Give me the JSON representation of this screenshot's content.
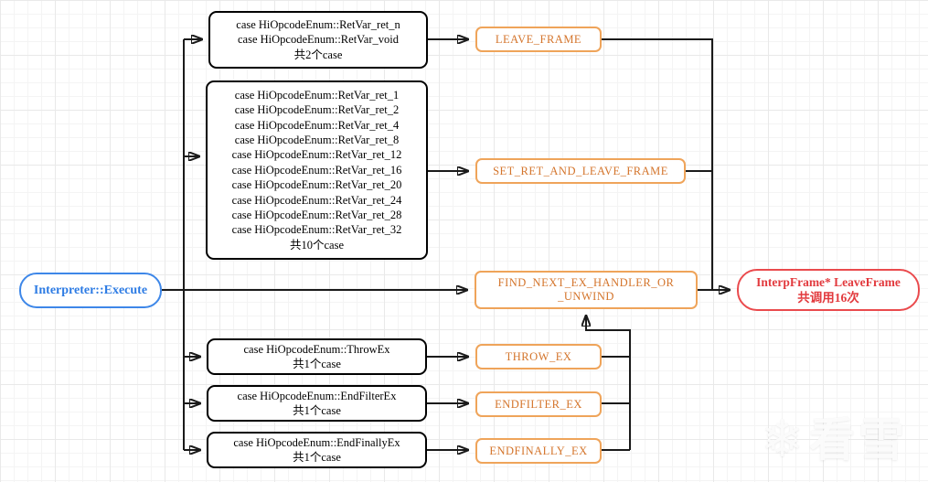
{
  "diagram": {
    "nodes": {
      "execute": {
        "label": "Interpreter::Execute"
      },
      "retvar_few": {
        "lines": [
          "case HiOpcodeEnum::RetVar_ret_n",
          "case HiOpcodeEnum::RetVar_void",
          "共2个case"
        ]
      },
      "retvar_many": {
        "lines": [
          "case HiOpcodeEnum::RetVar_ret_1",
          "case HiOpcodeEnum::RetVar_ret_2",
          "case HiOpcodeEnum::RetVar_ret_4",
          "case HiOpcodeEnum::RetVar_ret_8",
          "case HiOpcodeEnum::RetVar_ret_12",
          "case HiOpcodeEnum::RetVar_ret_16",
          "case HiOpcodeEnum::RetVar_ret_20",
          "case HiOpcodeEnum::RetVar_ret_24",
          "case HiOpcodeEnum::RetVar_ret_28",
          "case HiOpcodeEnum::RetVar_ret_32",
          "共10个case"
        ]
      },
      "throw_case": {
        "lines": [
          "case HiOpcodeEnum::ThrowEx",
          "共1个case"
        ]
      },
      "endfilter_case": {
        "lines": [
          "case HiOpcodeEnum::EndFilterEx",
          "共1个case"
        ]
      },
      "endfinally_case": {
        "lines": [
          "case HiOpcodeEnum::EndFinallyEx",
          "共1个case"
        ]
      },
      "leave_frame": {
        "label": "LEAVE_FRAME"
      },
      "set_ret": {
        "label": "SET_RET_AND_LEAVE_FRAME"
      },
      "find_next": {
        "lines": [
          "FIND_NEXT_EX_HANDLER_OR",
          "_UNWIND"
        ]
      },
      "throw_ex": {
        "label": "THROW_EX"
      },
      "endfilter_ex": {
        "label": "ENDFILTER_EX"
      },
      "endfinally_ex": {
        "label": "ENDFINALLY_EX"
      },
      "leaveframe_fn": {
        "lines": [
          "InterpFrame* LeaveFrame",
          "共调用16次"
        ]
      }
    },
    "edges": [
      {
        "from": "interpreter-execute",
        "to": "node-retvar-few"
      },
      {
        "from": "interpreter-execute",
        "to": "node-retvar-many"
      },
      {
        "from": "interpreter-execute",
        "to": "node-find-next-ex-handler"
      },
      {
        "from": "interpreter-execute",
        "to": "node-throw-case"
      },
      {
        "from": "interpreter-execute",
        "to": "node-endfilter-case"
      },
      {
        "from": "interpreter-execute",
        "to": "node-endfinally-case"
      },
      {
        "from": "node-retvar-few",
        "to": "node-leave-frame"
      },
      {
        "from": "node-retvar-many",
        "to": "node-set-ret-and-leave-frame"
      },
      {
        "from": "node-throw-case",
        "to": "node-throw-ex"
      },
      {
        "from": "node-endfilter-case",
        "to": "node-endfilter-ex"
      },
      {
        "from": "node-endfinally-case",
        "to": "node-endfinally-ex"
      },
      {
        "from": "node-leave-frame",
        "to": "node-interpframe-leaveframe"
      },
      {
        "from": "node-set-ret-and-leave-frame",
        "to": "node-interpframe-leaveframe"
      },
      {
        "from": "node-find-next-ex-handler",
        "to": "node-interpframe-leaveframe"
      },
      {
        "from": "node-throw-ex",
        "to": "node-find-next-ex-handler"
      },
      {
        "from": "node-endfilter-ex",
        "to": "node-find-next-ex-handler"
      },
      {
        "from": "node-endfinally-ex",
        "to": "node-find-next-ex-handler"
      }
    ],
    "colors": {
      "blue": "#2e7ce4",
      "orange_border": "#efa45a",
      "orange_text": "#d4752c",
      "red": "#e23a3e",
      "black": "#000000"
    },
    "watermark": {
      "text": "看雪",
      "icon": "snowflake-icon"
    }
  }
}
